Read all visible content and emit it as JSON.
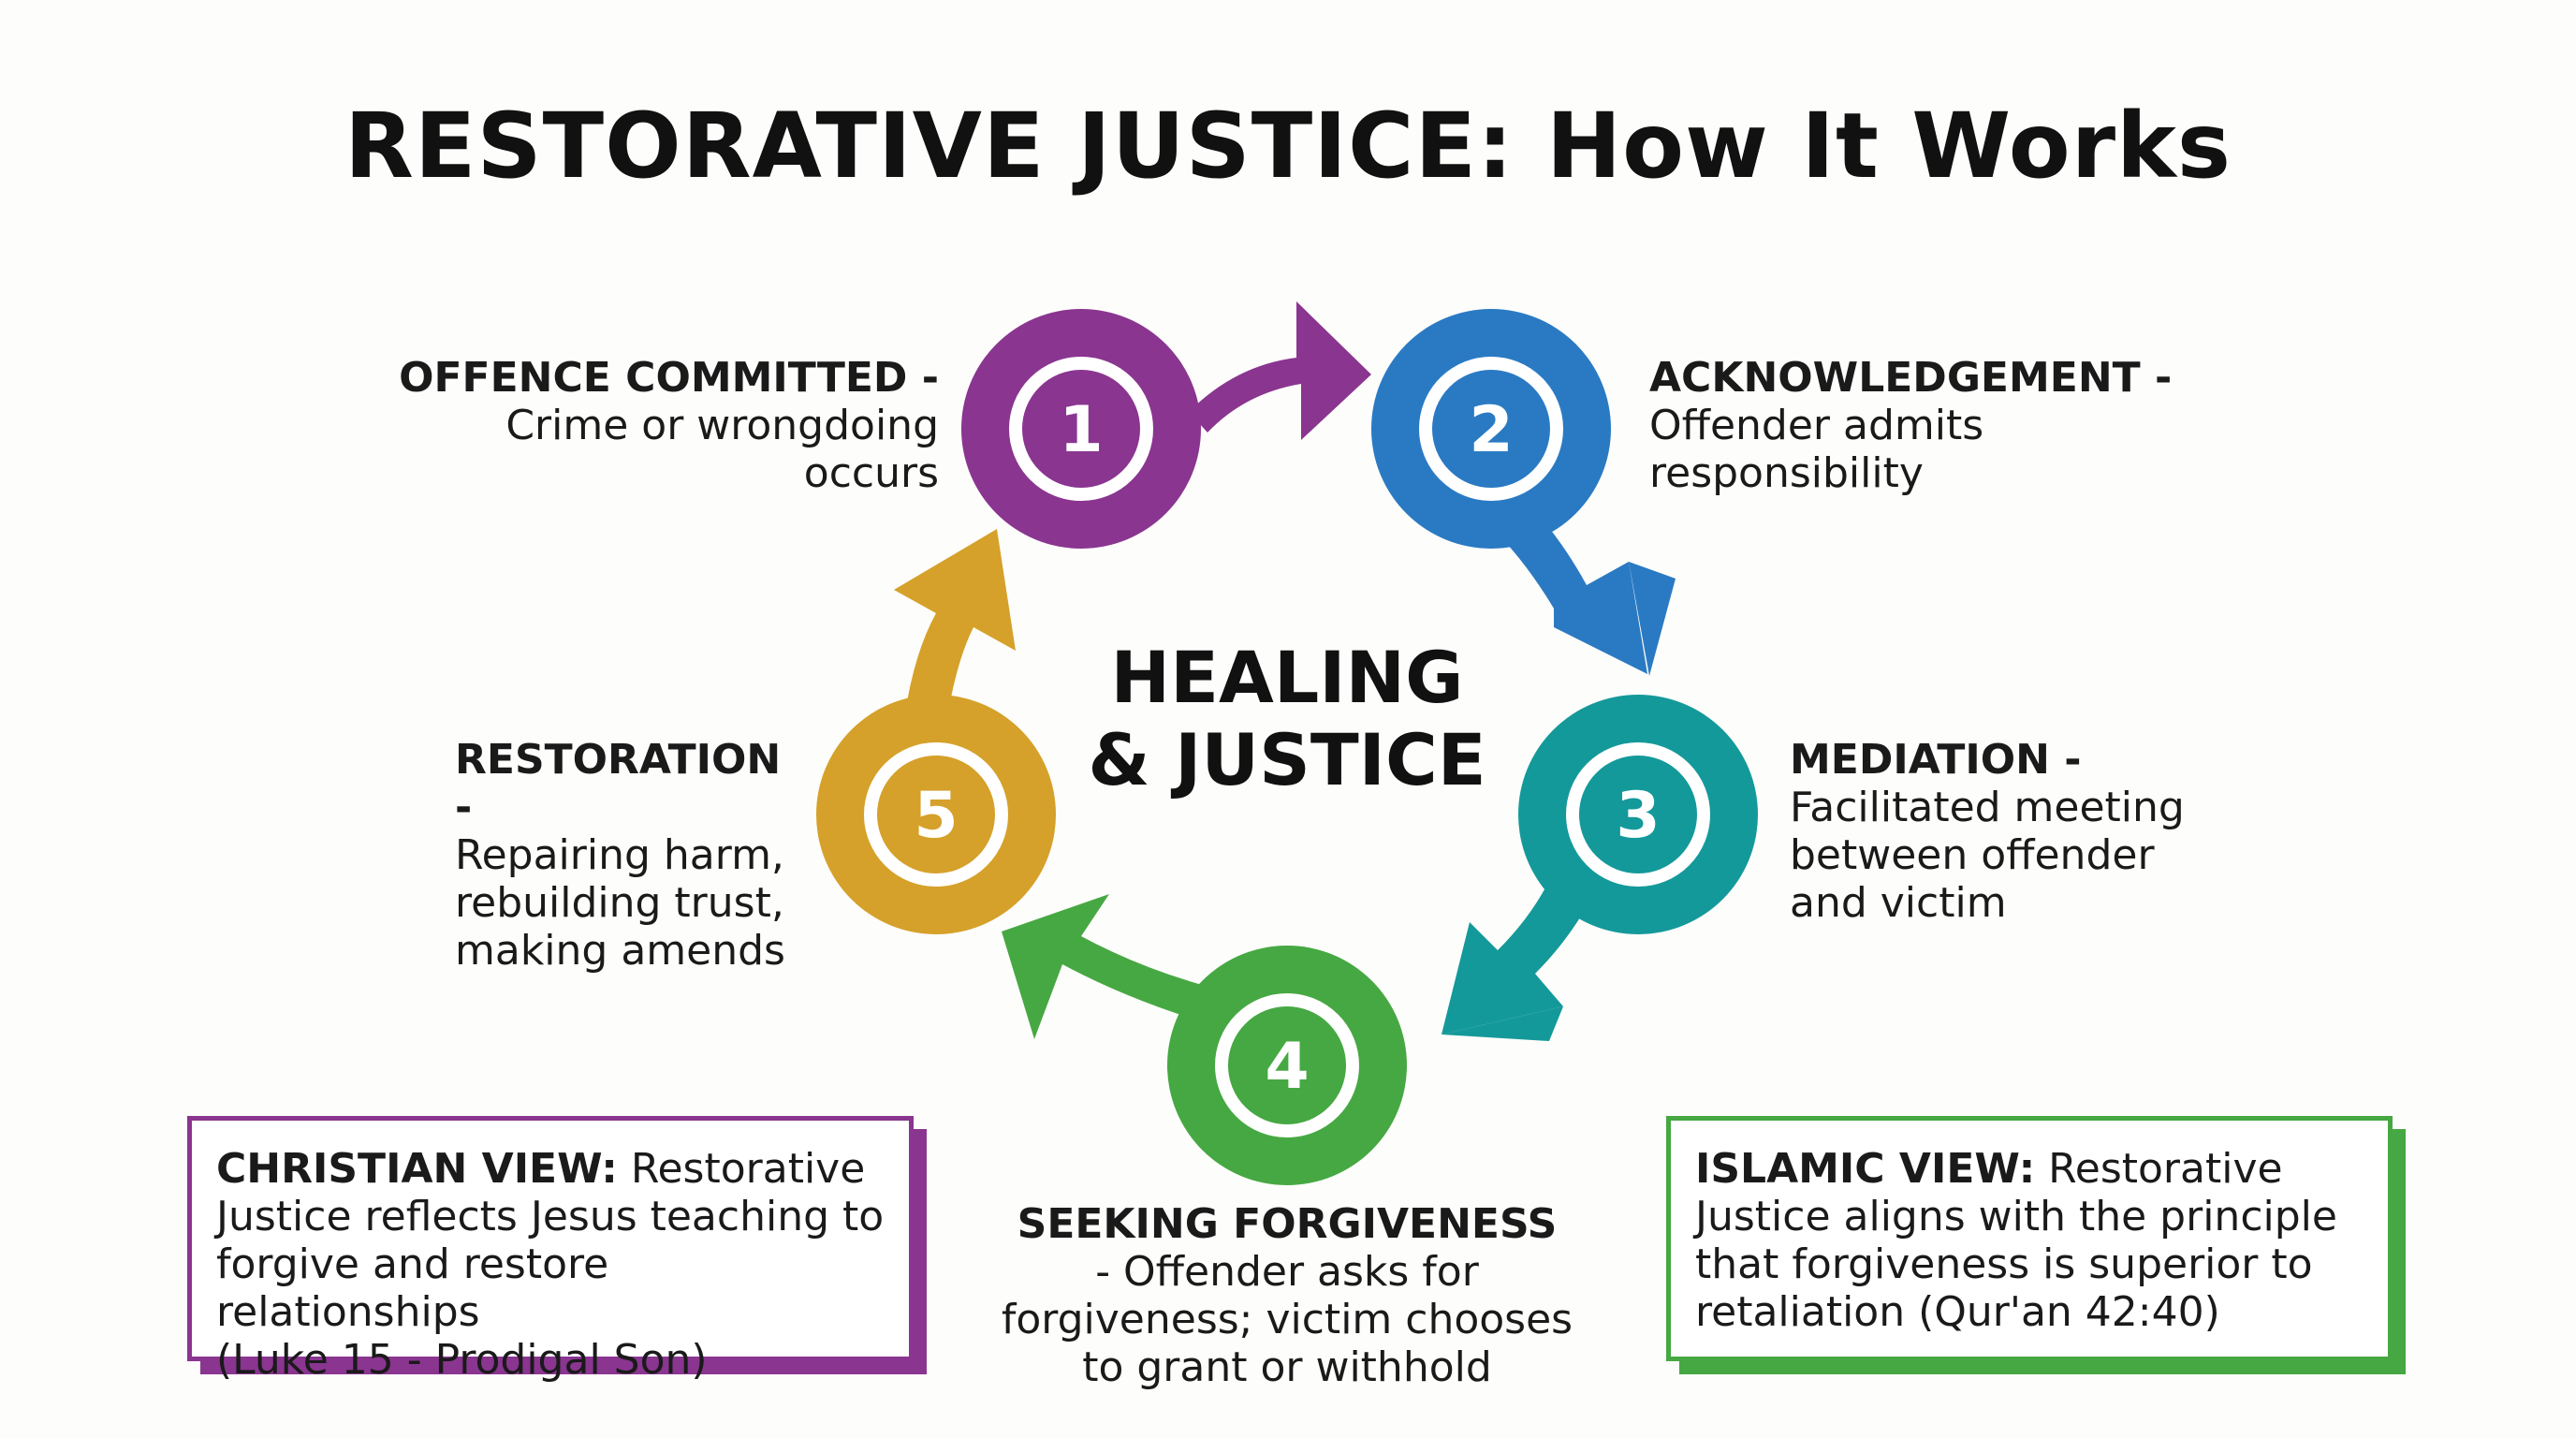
{
  "title": "RESTORATIVE JUSTICE: How It Works",
  "center": {
    "line1": "HEALING",
    "line2": "& JUSTICE"
  },
  "steps": [
    {
      "number": "1",
      "heading": "OFFENCE COMMITTED -",
      "line1": "Crime or wrongdoing",
      "line2": "occurs",
      "color": "#8a3590"
    },
    {
      "number": "2",
      "heading": "ACKNOWLEDGEMENT -",
      "line1": "Offender admits",
      "line2": "responsibility",
      "color": "#2a7ac3"
    },
    {
      "number": "3",
      "heading": "MEDIATION -",
      "line1": "Facilitated meeting",
      "line2": "between offender",
      "line3": "and victim",
      "color": "#14999a"
    },
    {
      "number": "4",
      "heading": "SEEKING FORGIVENESS",
      "line1": "- Offender asks for",
      "line2": "forgiveness; victim chooses",
      "line3": "to grant or withhold",
      "color": "#46a842"
    },
    {
      "number": "5",
      "heading": "RESTORATION -",
      "line1": "Repairing harm,",
      "line2": "rebuilding trust,",
      "line3": "making amends",
      "color": "#d5a12a"
    }
  ],
  "views": {
    "christian": {
      "heading": "CHRISTIAN VIEW:",
      "line1": " Restorative",
      "line2": "Justice reflects Jesus teaching to",
      "line3": "forgive and restore relationships",
      "line4": "(Luke 15 - Prodigal Son)",
      "color": "#8a3590"
    },
    "islamic": {
      "heading": "ISLAMIC VIEW:",
      "line1": " Restorative",
      "line2": "Justice aligns with the principle",
      "line3": "that  forgiveness is superior to",
      "line4": "retaliation (Qur'an 42:40)",
      "color": "#46a842"
    }
  }
}
